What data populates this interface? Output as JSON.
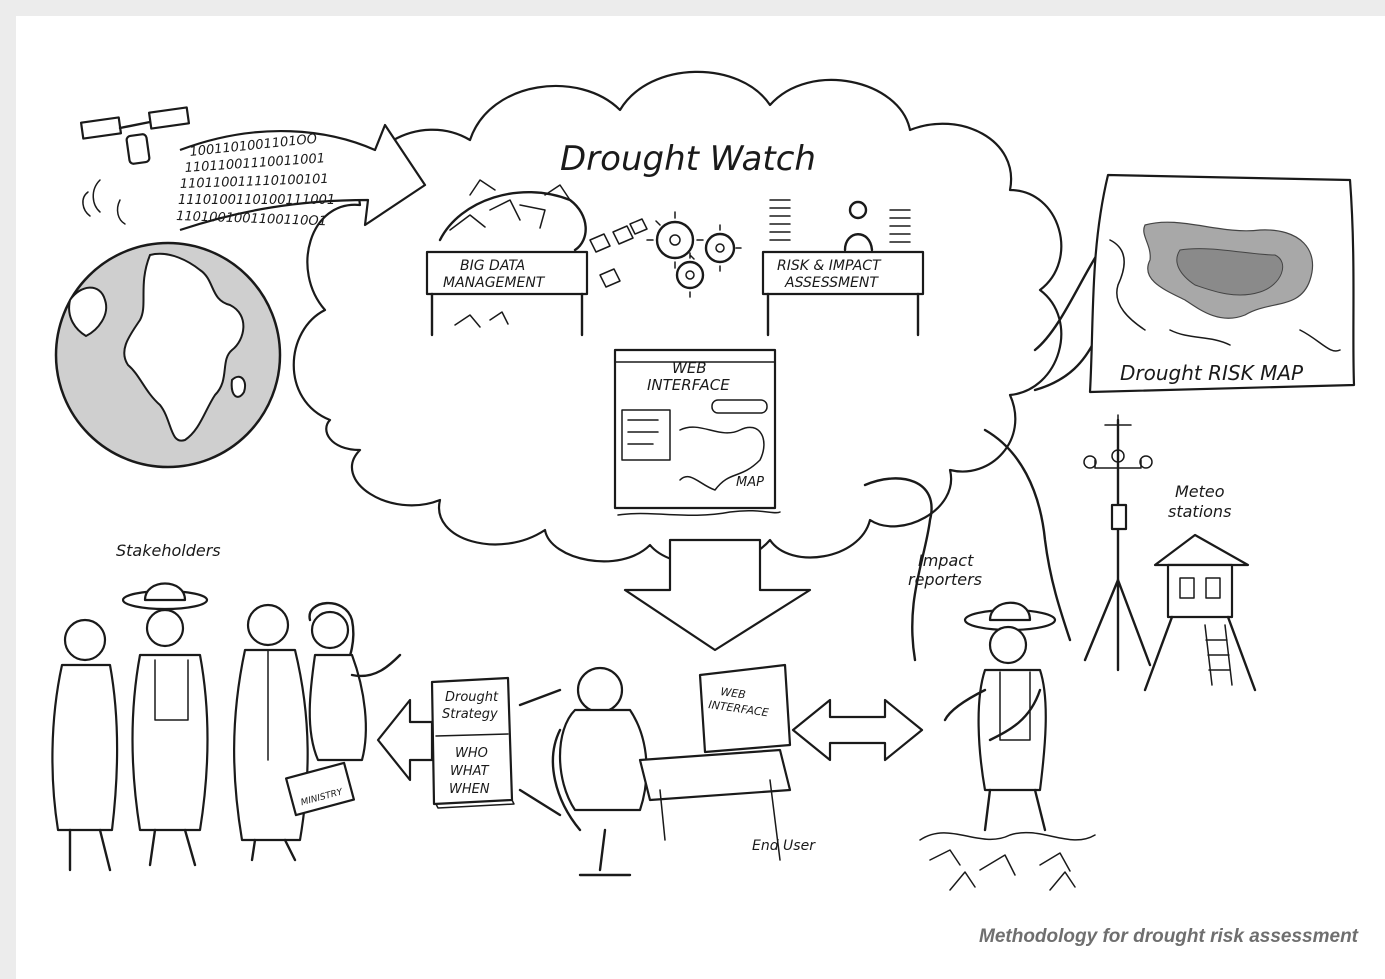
{
  "diagram": {
    "title": "Drought Watch",
    "big_data_label": [
      "BIG DATA",
      "MANAGEMENT"
    ],
    "risk_label": [
      "RISK & IMPACT",
      "ASSESSMENT"
    ],
    "web_interface_label": [
      "WEB",
      "INTERFACE"
    ],
    "map_label": "MAP",
    "risk_map_label": "Drought RISK MAP",
    "meteo_label": [
      "Meteo",
      "stations"
    ],
    "impact_label": [
      "Impact",
      "reporters"
    ],
    "stakeholders_label": "Stakeholders",
    "strategy_label": [
      "Drought",
      "Strategy"
    ],
    "who_what_when": [
      "WHO",
      "WHAT",
      "WHEN"
    ],
    "monitor_label": [
      "WEB",
      "INTERFACE"
    ],
    "end_user_label": "End User",
    "ministry_label": "MINISTRY",
    "binary_rows": [
      "1001101001101OO",
      "11011001110011001",
      "110110011110100101",
      "1110100110100111001",
      "1101001001100110O1"
    ]
  },
  "caption": "Methodology for drought risk assessment"
}
